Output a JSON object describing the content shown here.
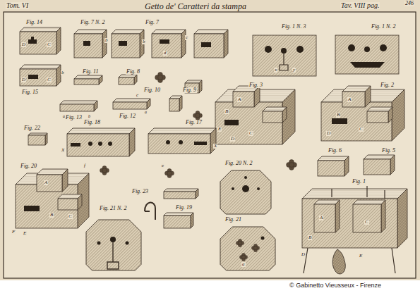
{
  "diagram": {
    "title": "Getto de' Caratteri da stampa",
    "labels": [
      "Tom. VI",
      "Tav. VIII pag.",
      "246",
      "Fig. 14",
      "Fig. 7 N. 2",
      "Fig. 7",
      "Fig. 1 N. 3",
      "Fig. 1 N. 2",
      "Fig. 15",
      "Fig. 11",
      "Fig. 8",
      "Fig. 10",
      "Fig. 9",
      "Fig. 3",
      "Fig. 2",
      "Fig. 13",
      "Fig. 12",
      "Fig. 22",
      "Fig. 18",
      "Fig. 17",
      "Fig. 6",
      "Fig. 5",
      "Fig. 20",
      "Fig. 20 N. 2",
      "Fig. 23",
      "Fig. 21 N. 2",
      "Fig. 19",
      "Fig. 1",
      "Fig. 21",
      "D",
      "C",
      "D",
      "C",
      "b",
      "b",
      "b",
      "d",
      "c",
      "A",
      "B",
      "C",
      "D",
      "E",
      "A",
      "B",
      "C",
      "D",
      "x",
      "y",
      "a",
      "b",
      "c",
      "a",
      "X",
      "X",
      "f",
      "e",
      "A",
      "B",
      "C",
      "F",
      "E",
      "A",
      "B",
      "C",
      "D",
      "E",
      "a",
      "© Gabinetto Vieusseux - Firenze"
    ]
  }
}
